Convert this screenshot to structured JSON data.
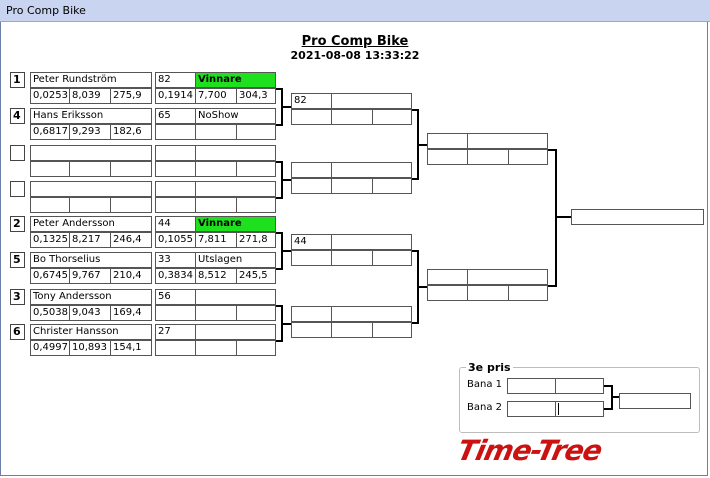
{
  "window": {
    "title": "Pro Comp Bike"
  },
  "header": {
    "title": "Pro Comp Bike",
    "datetime": "2021-08-08 13:33:22"
  },
  "round1": [
    {
      "seed": "1",
      "name": "Peter Rundström",
      "t1": "0,0253",
      "t2": "8,039",
      "t3": "275,9",
      "num": "82",
      "result": "Vinnare",
      "r1": "0,1914",
      "r2": "7,700",
      "r3": "304,3"
    },
    {
      "seed": "4",
      "name": "Hans Eriksson",
      "t1": "0,6817",
      "t2": "9,293",
      "t3": "182,6",
      "num": "65",
      "result": "NoShow",
      "r1": "",
      "r2": "",
      "r3": ""
    },
    {
      "seed": "",
      "name": "",
      "t1": "",
      "t2": "",
      "t3": "",
      "num": "",
      "result": "",
      "r1": "",
      "r2": "",
      "r3": ""
    },
    {
      "seed": "",
      "name": "",
      "t1": "",
      "t2": "",
      "t3": "",
      "num": "",
      "result": "",
      "r1": "",
      "r2": "",
      "r3": ""
    },
    {
      "seed": "2",
      "name": "Peter Andersson",
      "t1": "0,1325",
      "t2": "8,217",
      "t3": "246,4",
      "num": "44",
      "result": "Vinnare",
      "r1": "0,1055",
      "r2": "7,811",
      "r3": "271,8"
    },
    {
      "seed": "5",
      "name": "Bo Thorselius",
      "t1": "0,6745",
      "t2": "9,767",
      "t3": "210,4",
      "num": "33",
      "result": "Utslagen",
      "r1": "0,3834",
      "r2": "8,512",
      "r3": "245,5"
    },
    {
      "seed": "3",
      "name": "Tony Andersson",
      "t1": "0,5038",
      "t2": "9,043",
      "t3": "169,4",
      "num": "56",
      "result": "",
      "r1": "",
      "r2": "",
      "r3": ""
    },
    {
      "seed": "6",
      "name": "Christer Hansson",
      "t1": "0,4997",
      "t2": "10,893",
      "t3": "154,1",
      "num": "27",
      "result": "",
      "r1": "",
      "r2": "",
      "r3": ""
    }
  ],
  "round2": [
    {
      "num": "82"
    },
    {
      "num": ""
    },
    {
      "num": "44"
    },
    {
      "num": ""
    }
  ],
  "third_place": {
    "label": "3e pris",
    "lane1": "Bana 1",
    "lane2": "Bana 2"
  },
  "logo": {
    "text": "Time-Tree"
  },
  "colors": {
    "winner": "#1ee01e",
    "logo": "#cc1111",
    "titlebar": "#c9d4f1"
  }
}
